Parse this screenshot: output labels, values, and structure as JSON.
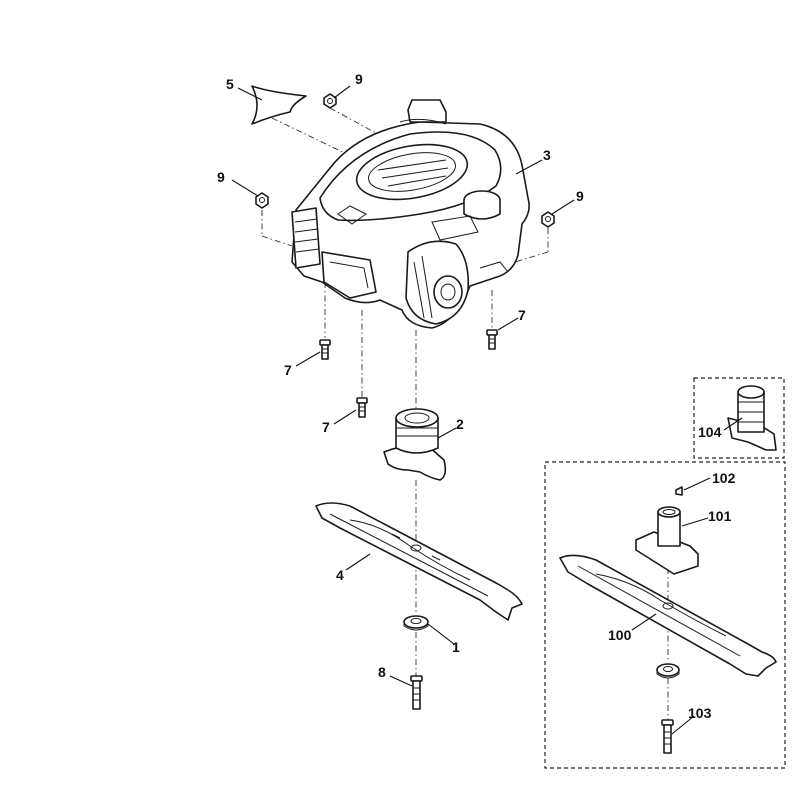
{
  "diagram": {
    "callouts": [
      {
        "id": "c1",
        "label": "1"
      },
      {
        "id": "c2",
        "label": "2"
      },
      {
        "id": "c3",
        "label": "3"
      },
      {
        "id": "c4",
        "label": "4"
      },
      {
        "id": "c5",
        "label": "5"
      },
      {
        "id": "c7a",
        "label": "7"
      },
      {
        "id": "c7b",
        "label": "7"
      },
      {
        "id": "c7c",
        "label": "7"
      },
      {
        "id": "c8",
        "label": "8"
      },
      {
        "id": "c9a",
        "label": "9"
      },
      {
        "id": "c9b",
        "label": "9"
      },
      {
        "id": "c9c",
        "label": "9"
      },
      {
        "id": "c100",
        "label": "100"
      },
      {
        "id": "c101",
        "label": "101"
      },
      {
        "id": "c102",
        "label": "102"
      },
      {
        "id": "c103",
        "label": "103"
      },
      {
        "id": "c104",
        "label": "104"
      }
    ],
    "line_color": "#1a1a1a"
  }
}
